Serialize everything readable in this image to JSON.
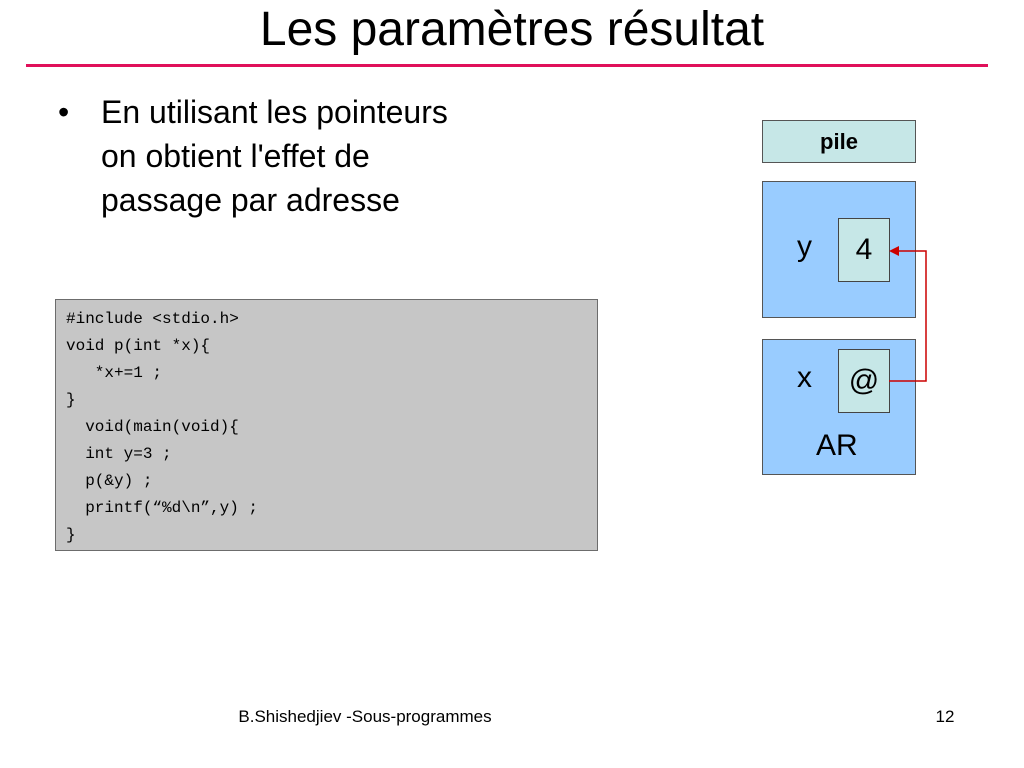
{
  "title": "Les paramètres résultat",
  "bullet": {
    "marker": "•",
    "lines": [
      "En utilisant les pointeurs",
      "on obtient l'effet de",
      "passage par adresse"
    ]
  },
  "code": {
    "lines": [
      "#include <stdio.h>",
      "void p(int *x){",
      "   *x+=1 ;",
      "}",
      "  void(main(void){",
      "  int y=3 ;",
      "  p(&y) ;",
      "  printf(“%d\\n”,y) ;",
      "}"
    ]
  },
  "stack": {
    "header": "pile",
    "frame_y": {
      "var_name": "y",
      "value": "4"
    },
    "frame_x": {
      "var_name": "x",
      "value": "@",
      "frame_label": "AR"
    }
  },
  "colors": {
    "accent_rule": "#e0105a",
    "arrow": "#cc0000",
    "frame_fill": "#99ccff",
    "cell_fill": "#c6e7e7",
    "code_fill": "#c6c6c6"
  },
  "footer": {
    "author": "B.Shishedjiev -Sous-programmes",
    "page_number": "12"
  }
}
